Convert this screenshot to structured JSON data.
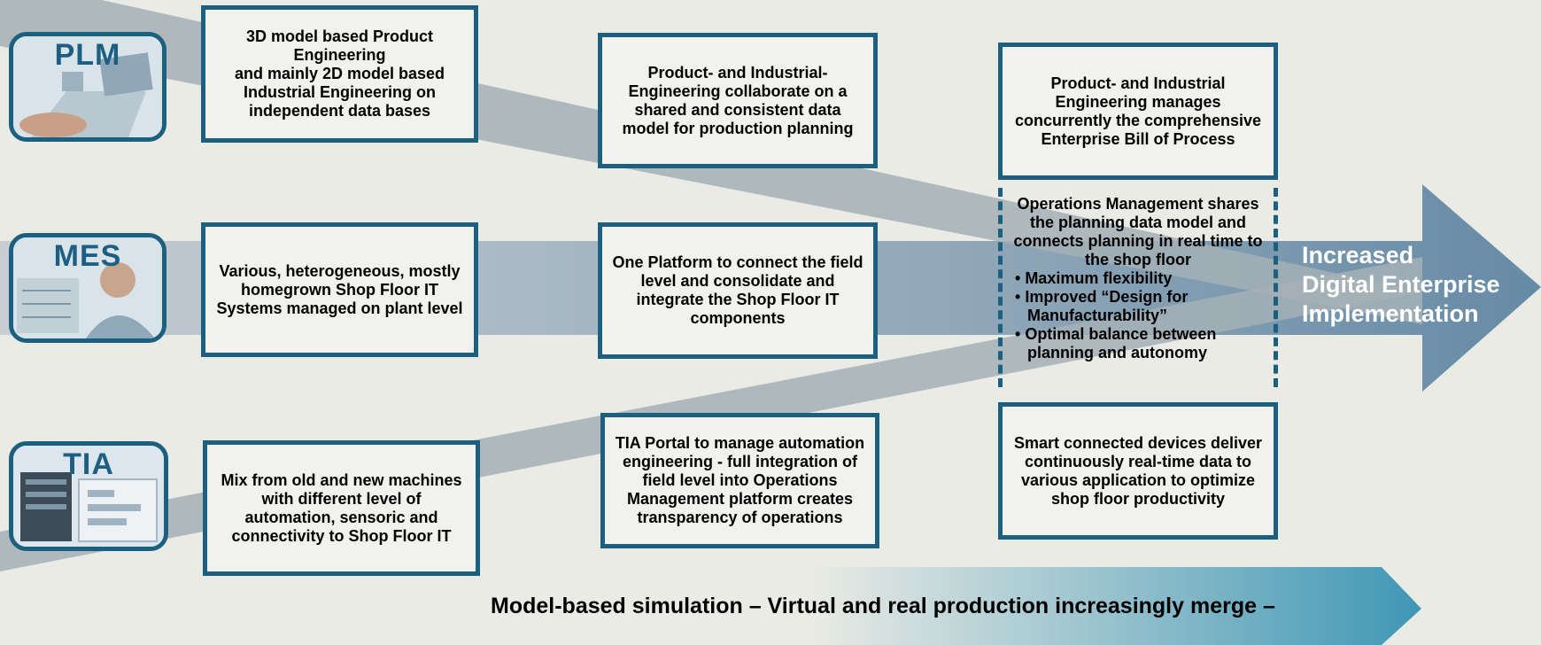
{
  "rows": [
    {
      "id": "plm",
      "label": "PLM"
    },
    {
      "id": "mes",
      "label": "MES"
    },
    {
      "id": "tia",
      "label": "TIA"
    }
  ],
  "boxes": {
    "plm_1": "3D model based Product Engineering\nand mainly 2D model based Industrial Engineering on independent data bases",
    "plm_2": "Product- and Industrial-Engineering collaborate on a shared and consistent data model for production planning",
    "plm_3": "Product- and Industrial Engineering manages concurrently the comprehensive Enterprise Bill of Process",
    "mes_1": "Various, heterogeneous, mostly homegrown Shop Floor IT Systems managed on plant level",
    "mes_2": "One Platform to connect the field level and consolidate and integrate the Shop Floor IT components",
    "mes_3_intro": "Operations Management shares the planning data model and connects planning in real time to  the shop floor",
    "mes_3_bullets": [
      "Maximum flexibility",
      "Improved “Design for Manufacturability”",
      "Optimal balance between planning and autonomy"
    ],
    "tia_1": "Mix from old and new machines with different level of automation, sensoric and connectivity to Shop Floor IT",
    "tia_2": "TIA Portal to manage automation engineering - full integration of field level into Operations Management platform creates  transparency of operations",
    "tia_3": "Smart connected devices deliver continuously real-time data to various application to optimize shop floor productivity"
  },
  "main_arrow": {
    "lines": [
      "Increased",
      "Digital Enterprise",
      "Implementation"
    ]
  },
  "bottom_arrow": {
    "text": "Model-based simulation – Virtual and real production increasingly merge –"
  },
  "colors": {
    "border": "#1b607f",
    "background": "#ebebe5",
    "box_fill": "#f1f1ed",
    "main_arrow": "#5f87a4",
    "bottom_arrow": "#4a9cb8",
    "band": "#a9b4b9"
  }
}
